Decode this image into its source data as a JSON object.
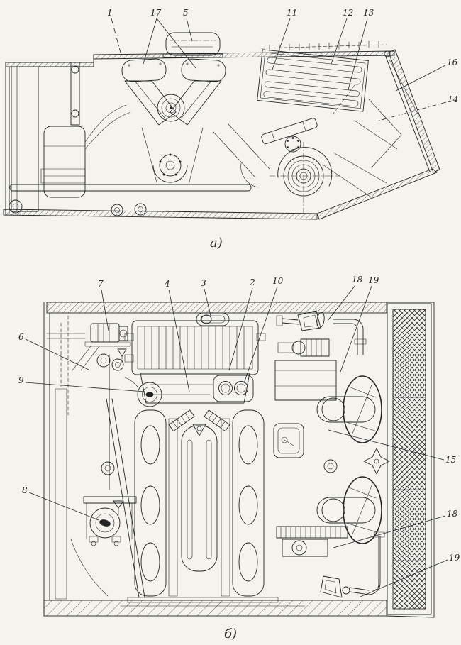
{
  "meta": {
    "kind": "technical cutaway drawing",
    "subject": "vehicle engine compartment, two projections"
  },
  "colors": {
    "paper": "#f4f3ee",
    "ink": "#242424"
  },
  "view_a": {
    "caption": "а)",
    "callouts": [
      {
        "id": "1"
      },
      {
        "id": "17"
      },
      {
        "id": "5"
      },
      {
        "id": "11"
      },
      {
        "id": "12"
      },
      {
        "id": "13"
      },
      {
        "id": "16"
      },
      {
        "id": "14"
      }
    ]
  },
  "view_b": {
    "caption": "б)",
    "callouts_top": [
      {
        "id": "7"
      },
      {
        "id": "4"
      },
      {
        "id": "3"
      },
      {
        "id": "2"
      },
      {
        "id": "10"
      },
      {
        "id": "18"
      },
      {
        "id": "19"
      }
    ],
    "callouts_left": [
      {
        "id": "6"
      },
      {
        "id": "9"
      },
      {
        "id": "8"
      }
    ],
    "callouts_right": [
      {
        "id": "15"
      },
      {
        "id": "18"
      },
      {
        "id": "19"
      }
    ]
  }
}
